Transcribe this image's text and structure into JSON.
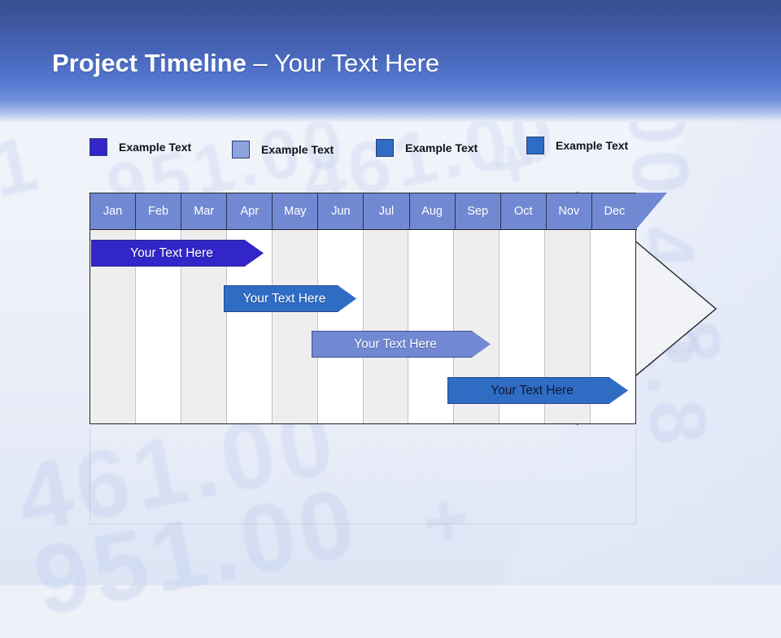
{
  "slide": {
    "title_bold": "Project Timeline",
    "title_separator": " – ",
    "title_rest": "Your Text Here",
    "background_watermark": [
      "1",
      "951.00",
      "461.00",
      "+",
      "8",
      "00.461.8",
      "951.00"
    ]
  },
  "legend": {
    "items": [
      {
        "label": "Example Text",
        "color": "#3226c8"
      },
      {
        "label": "Example Text",
        "color": "#8da4de"
      },
      {
        "label": "Example Text",
        "color": "#2f6cc4"
      },
      {
        "label": "Example Text",
        "color": "#2f6cc4"
      }
    ]
  },
  "chart_data": {
    "type": "bar",
    "title": "Project Timeline – Your Text Here",
    "xlabel": "",
    "ylabel": "",
    "orientation": "horizontal",
    "categories": [
      "Jan",
      "Feb",
      "Mar",
      "Apr",
      "May",
      "Jun",
      "Jul",
      "Aug",
      "Sep",
      "Oct",
      "Nov",
      "Dec"
    ],
    "legend": [
      "Example Text",
      "Example Text",
      "Example Text",
      "Example Text"
    ],
    "legend_position": "top",
    "grid": true,
    "series": [
      {
        "name": "Your  Text Here",
        "start_month": "Jan",
        "end_month": "Apr",
        "start": 0,
        "end": 3.8,
        "color": "#3226c8",
        "text_color": "#ffffff"
      },
      {
        "name": "Your  Text Here",
        "start_month": "Apr",
        "end_month": "Jun",
        "start": 2.9,
        "end": 5.8,
        "color": "#2f6cc4",
        "text_color": "#ffffff"
      },
      {
        "name": "Your  Text Here",
        "start_month": "Jun",
        "end_month": "Sep",
        "start": 4.8,
        "end": 8.8,
        "color": "#8da4de",
        "text_color": "#ffffff"
      },
      {
        "name": "Your  Text Here",
        "start_month": "Aug",
        "end_month": "Dec",
        "start": 7.8,
        "end": 11.8,
        "color": "#2f6cc4",
        "text_color": "#10172f"
      }
    ]
  },
  "timeline": {
    "months": [
      "Jan",
      "Feb",
      "Mar",
      "Apr",
      "May",
      "Jun",
      "Jul",
      "Aug",
      "Sep",
      "Oct",
      "Nov",
      "Dec"
    ],
    "bars": [
      {
        "label": "Your  Text Here"
      },
      {
        "label": "Your  Text Here"
      },
      {
        "label": "Your  Text Here"
      },
      {
        "label": "Your  Text Here"
      }
    ]
  },
  "colors": {
    "header_top": "#37508f",
    "header_bottom": "#e9eef8",
    "month_header": "#7189d2",
    "bar_indigo": "#3226c8",
    "bar_royal": "#2f6cc4",
    "bar_light": "#8da4de",
    "outline": "#23252b"
  }
}
